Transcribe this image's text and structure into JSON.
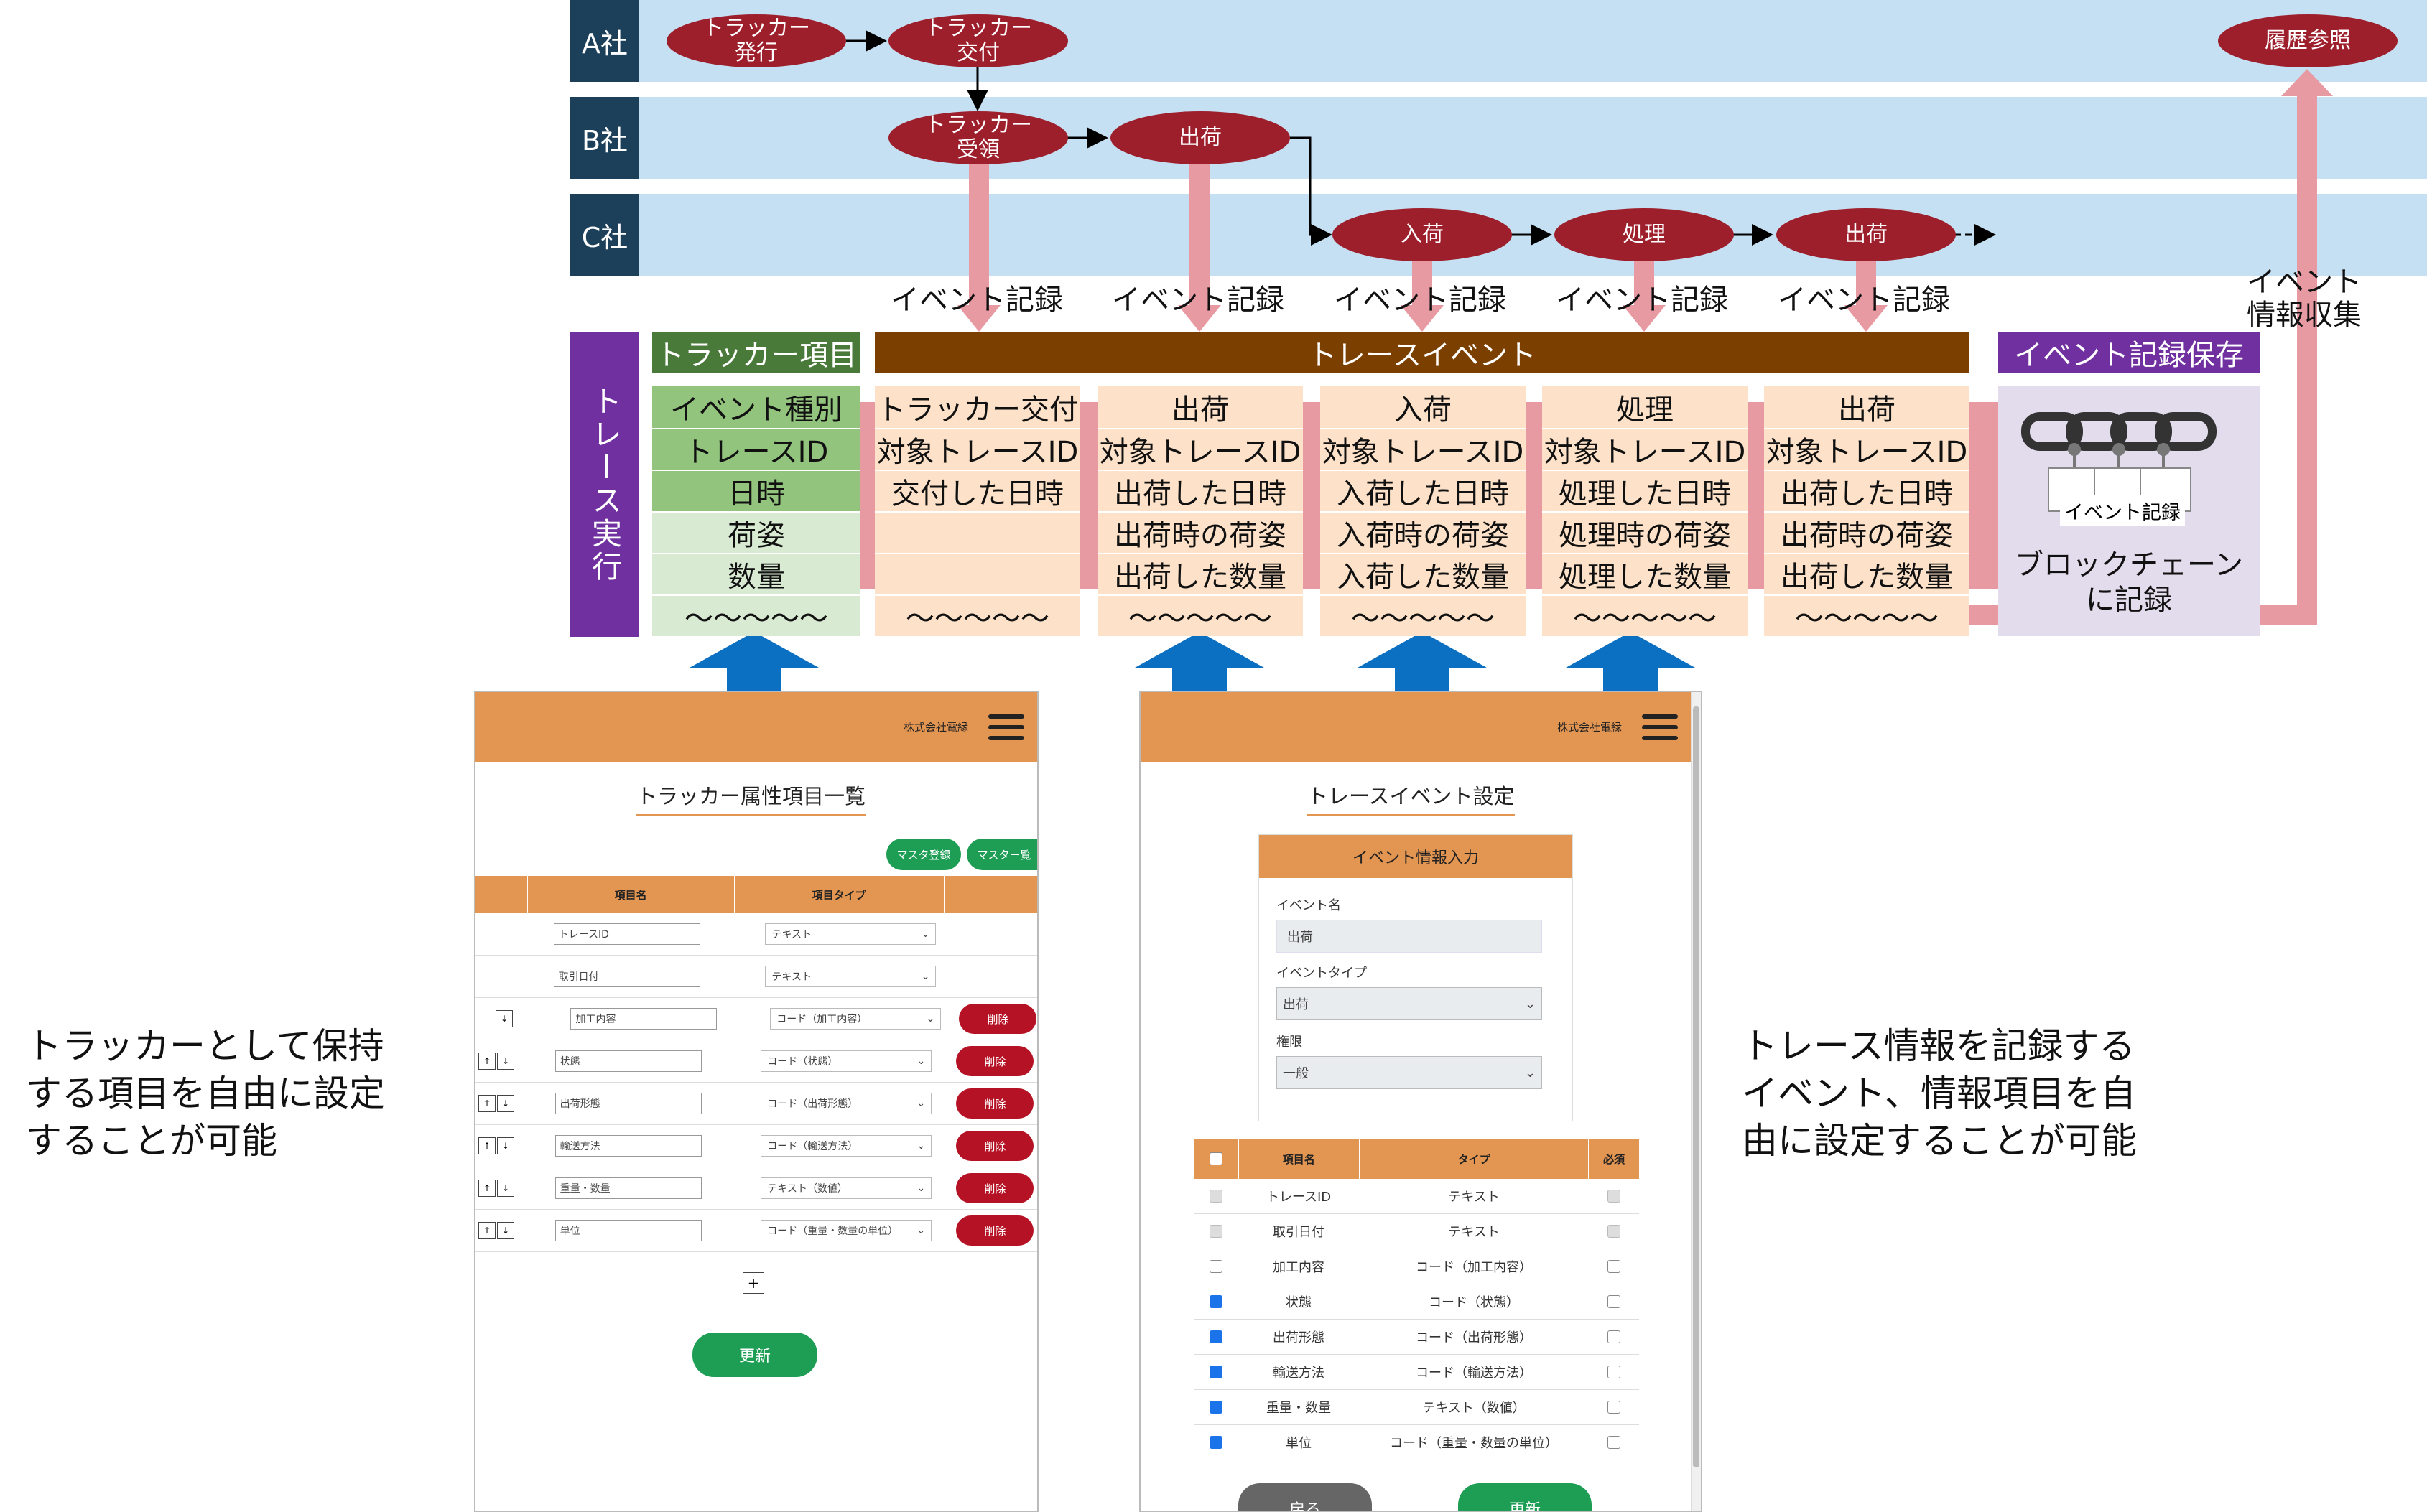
{
  "lanes": [
    {
      "label": "A社"
    },
    {
      "label": "B社"
    },
    {
      "label": "C社"
    }
  ],
  "nodes": {
    "a1": [
      "トラッカー",
      "発行"
    ],
    "a2": [
      "トラッカー",
      "交付"
    ],
    "a3": [
      "履歴参照"
    ],
    "b1": [
      "トラッカー",
      "受領"
    ],
    "b2": [
      "出荷"
    ],
    "c1": [
      "入荷"
    ],
    "c2": [
      "処理"
    ],
    "c3": [
      "出荷"
    ]
  },
  "event_record_label": "イベント記録",
  "event_collect_label": [
    "イベント",
    "情報収集"
  ],
  "trace_exec_label": "トレース実行",
  "headers": {
    "tracker_items": "トラッカー項目",
    "trace_events": "トレースイベント",
    "event_save": "イベント記録保存"
  },
  "tracker_items": [
    "イベント種別",
    "トレースID",
    "日時",
    "荷姿",
    "数量",
    "〜〜〜〜〜"
  ],
  "trace_columns": [
    {
      "rows": [
        "トラッカー交付",
        "対象トレースID",
        "交付した日時",
        "",
        "",
        "〜〜〜〜〜"
      ]
    },
    {
      "rows": [
        "出荷",
        "対象トレースID",
        "出荷した日時",
        "出荷時の荷姿",
        "出荷した数量",
        "〜〜〜〜〜"
      ]
    },
    {
      "rows": [
        "入荷",
        "対象トレースID",
        "入荷した日時",
        "入荷時の荷姿",
        "入荷した数量",
        "〜〜〜〜〜"
      ]
    },
    {
      "rows": [
        "処理",
        "対象トレースID",
        "処理した日時",
        "処理時の荷姿",
        "処理した数量",
        "〜〜〜〜〜"
      ]
    },
    {
      "rows": [
        "出荷",
        "対象トレースID",
        "出荷した日時",
        "出荷時の荷姿",
        "出荷した数量",
        "〜〜〜〜〜"
      ]
    }
  ],
  "blockchain": {
    "doc_label": "イベント記録",
    "caption": [
      "ブロックチェーン",
      "に記録"
    ]
  },
  "left_caption": [
    "トラッカーとして保持",
    "する項目を自由に設定",
    "することが可能"
  ],
  "right_caption": [
    "トレース情報を記録する",
    "イベント、情報項目を自",
    "由に設定することが可能"
  ],
  "phone1": {
    "company": "株式会社電縁",
    "title": "トラッカー属性項目一覧",
    "btn_master_register": "マスタ登録",
    "btn_master_list": "マスター覧",
    "col_name": "項目名",
    "col_type": "項目タイプ",
    "rows": [
      {
        "name": "トレースID",
        "type": "テキスト",
        "delete": ""
      },
      {
        "name": "取引日付",
        "type": "テキスト",
        "delete": ""
      },
      {
        "name": "加工内容",
        "type": "コード（加工内容）",
        "delete": "削除"
      },
      {
        "name": "状態",
        "type": "コード（状態）",
        "delete": "削除"
      },
      {
        "name": "出荷形態",
        "type": "コード（出荷形態）",
        "delete": "削除"
      },
      {
        "name": "輸送方法",
        "type": "コード（輸送方法）",
        "delete": "削除"
      },
      {
        "name": "重量・数量",
        "type": "テキスト（数値）",
        "delete": "削除"
      },
      {
        "name": "単位",
        "type": "コード（重量・数量の単位）",
        "delete": "削除"
      }
    ],
    "add": "+",
    "update": "更新"
  },
  "phone2": {
    "company": "株式会社電縁",
    "title": "トレースイベント設定",
    "panel_title": "イベント情報入力",
    "label_event_name": "イベント名",
    "event_name": "出荷",
    "label_event_type": "イベントタイプ",
    "event_type": "出荷",
    "label_permission": "権限",
    "permission": "一般",
    "col_name": "項目名",
    "col_type": "タイプ",
    "col_required": "必須",
    "rows": [
      {
        "name": "トレースID",
        "type": "テキスト",
        "checked": "disabled",
        "required": "disabled"
      },
      {
        "name": "取引日付",
        "type": "テキスト",
        "checked": "disabled",
        "required": "disabled"
      },
      {
        "name": "加工内容",
        "type": "コード（加工内容）",
        "checked": "off",
        "required": "off"
      },
      {
        "name": "状態",
        "type": "コード（状態）",
        "checked": "on",
        "required": "off"
      },
      {
        "name": "出荷形態",
        "type": "コード（出荷形態）",
        "checked": "on",
        "required": "off"
      },
      {
        "name": "輸送方法",
        "type": "コード（輸送方法）",
        "checked": "on",
        "required": "off"
      },
      {
        "name": "重量・数量",
        "type": "テキスト（数値）",
        "checked": "on",
        "required": "off"
      },
      {
        "name": "単位",
        "type": "コード（重量・数量の単位）",
        "checked": "on",
        "required": "off"
      }
    ],
    "back": "戻る",
    "update": "更新"
  },
  "colors": {
    "lane": "#c5e0f2",
    "lane_label": "#1c3f5a",
    "node": "#9e1f2c",
    "trace_exec": "#7030a0",
    "tracker_header": "#4a7a3a",
    "trace_header": "#7b3f00",
    "save_header": "#7030a0",
    "pink_arrow": "#e89aa3",
    "blue_arrow": "#0b6fc2",
    "orange": "#e39552",
    "green_button": "#1e9e54",
    "red_button": "#b51325"
  }
}
